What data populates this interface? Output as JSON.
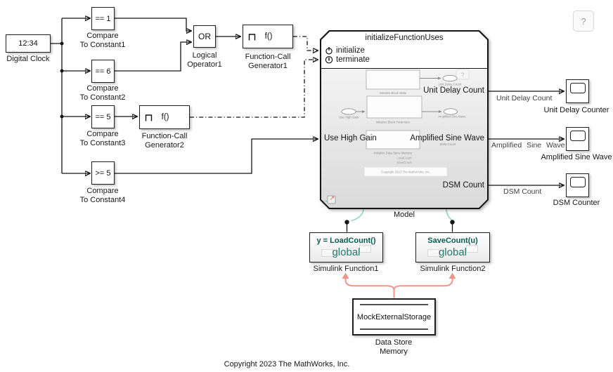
{
  "help_button": {
    "label": "?"
  },
  "footer": {
    "copyright": "Copyright 2023 The MathWorks, Inc."
  },
  "colors": {
    "wire": "#141414",
    "teal_line": "#96d2d0",
    "red_line": "#f2938b",
    "function_header_text": "#0a5a4e",
    "function_global_text": "#1f7a6c"
  },
  "blocks": {
    "digital_clock": {
      "value": "12:34",
      "label": "Digital Clock"
    },
    "compare1": {
      "value": "== 1",
      "label": "Compare\nTo Constant1"
    },
    "compare2": {
      "value": "== 6",
      "label": "Compare\nTo Constant2"
    },
    "compare3": {
      "value": "== 5",
      "label": "Compare\nTo Constant3"
    },
    "compare4": {
      "value": ">= 5",
      "label": "Compare\nTo Constant4"
    },
    "logical_operator1": {
      "value": "OR",
      "label": "Logical\nOperator1"
    },
    "fcg1": {
      "symbol": "f()",
      "label": "Function-Call\nGenerator1"
    },
    "fcg2": {
      "symbol": "f()",
      "label": "Function-Call\nGenerator2"
    },
    "model": {
      "title": "initializeFunctionUses",
      "port_initialize": "initialize",
      "port_terminate": "terminate",
      "port_in": "Use High Gain",
      "port_out1": "Unit Delay Count",
      "port_out2": "Amplified Sine Wave",
      "port_out3": "DSM Count",
      "label": "Model",
      "preview": {
        "help": "?",
        "block1": "Initialize Block State",
        "out1": "Unit Delay Count",
        "in1": "Use High Gain",
        "block2": "Initialize Block Parameter",
        "out2": "Amplified Sine Wave",
        "block3": "Initialize Data Store Memory",
        "out3": "DSM Count",
        "fn1": "LoadCount",
        "fn2": "SaveCount",
        "copyright": "Copyright 2023 The MathWorks, Inc.",
        "badge_in_arrow": "→",
        "badge_out_arrow": "↗"
      }
    },
    "scope1": {
      "label": "Unit Delay Counter"
    },
    "scope2": {
      "label": "Amplified Sine Wave"
    },
    "scope3": {
      "label": "DSM Counter"
    },
    "sf1": {
      "header": "y = LoadCount()",
      "body": "global",
      "label": "Simulink Function1"
    },
    "sf2": {
      "header": "SaveCount(u)",
      "body": "global",
      "label": "Simulink Function2"
    },
    "dsm": {
      "value": "MockExternalStorage",
      "label": "Data Store\nMemory"
    }
  },
  "signals": {
    "unit_delay_count": "Unit Delay Count",
    "amplified_sine_wave": "Amplified Sine Wave",
    "dsm_count": "DSM Count"
  }
}
